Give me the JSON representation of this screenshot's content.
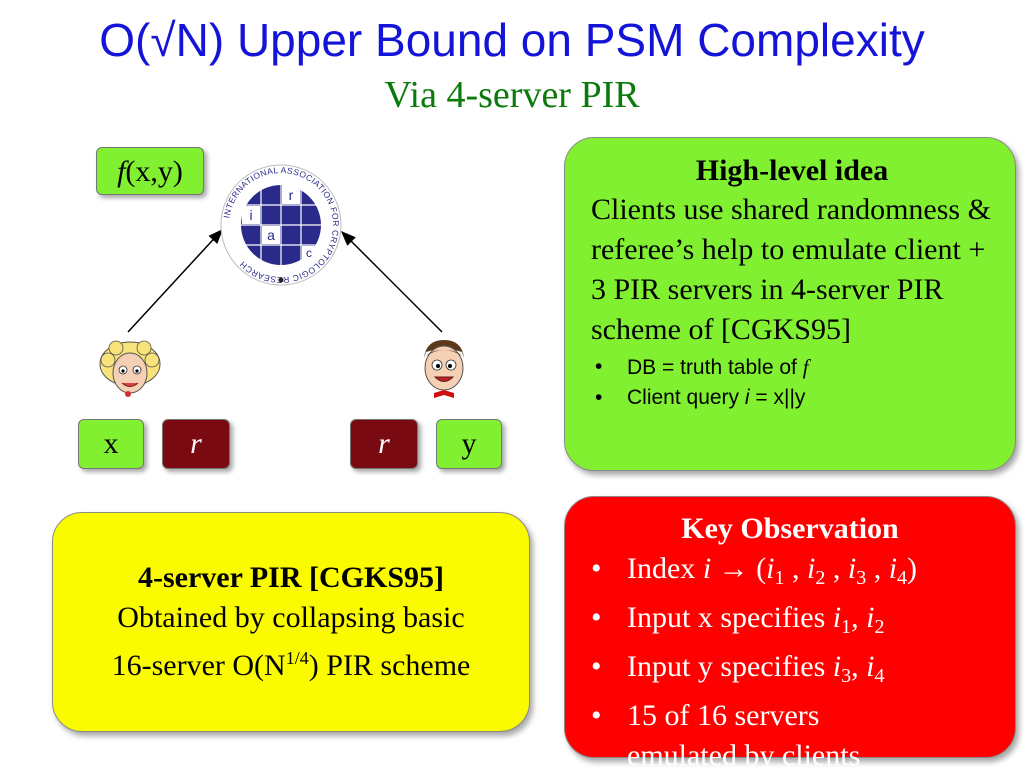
{
  "title": {
    "prefix": "O(",
    "sqrt": "√",
    "suffix": "N) Upper Bound on PSM Complexity",
    "subtitle": "Via 4-server PIR"
  },
  "diagram": {
    "function_label_f": "f",
    "function_label_args": "(x,y)",
    "seal_ring_text": "INTERNATIONAL ASSOCIATION FOR CRYPTOLOGIC RESEARCH",
    "seal_letters": [
      "i",
      "a",
      "c",
      "r"
    ],
    "left_input": "x",
    "left_randomness": "r",
    "right_randomness": "r",
    "right_input": "y"
  },
  "high_level_idea": {
    "heading": "High-level idea",
    "body": "Clients use shared randomness & referee’s help to emulate client + 3 PIR servers in 4-server PIR scheme of [CGKS95]",
    "bullet_symbol": "•",
    "bullet1_text": "DB = truth table of ",
    "bullet1_italic": "f",
    "bullet2_text": "Client query ",
    "bullet2_italic": "i",
    "bullet2_rest": " = x||y"
  },
  "pir_box": {
    "heading": "4-server PIR [CGKS95]",
    "line1": "Obtained by collapsing basic",
    "line2_pre": "16-server O(N",
    "line2_sup": "1/4",
    "line2_post": ") PIR scheme"
  },
  "key_observation": {
    "heading": "Key Observation",
    "bullet_symbol": "•",
    "b1_pre": "Index ",
    "b1_i": "i",
    "b1_arrow": " → (",
    "b1_rest": [
      {
        "v": "i",
        "s": "1"
      },
      {
        "sep": " , "
      },
      {
        "v": "i",
        "s": "2"
      },
      {
        "sep": " , "
      },
      {
        "v": "i",
        "s": "3"
      },
      {
        "sep": " , "
      },
      {
        "v": "i",
        "s": "4"
      }
    ],
    "b1_close": ")",
    "b2_pre": "Input x specifies ",
    "b2_v1": "i",
    "b2_s1": "1",
    "b2_sep": ", ",
    "b2_v2": "i",
    "b2_s2": "2",
    "b3_pre": "Input y specifies ",
    "b3_v1": "i",
    "b3_s1": "3",
    "b3_sep": ", ",
    "b3_v2": "i",
    "b3_s2": "4",
    "b4_line1": "15 of 16 servers",
    "b4_line2": "emulated by clients"
  },
  "colors": {
    "title": "#1414d8",
    "subtitle": "#0a7a0a",
    "green_box": "#80f030",
    "yellow_box": "#fbfb00",
    "red_box": "#ff0000",
    "maroon_chip": "#7a0a12",
    "seal_blue": "#2a2a8a"
  }
}
